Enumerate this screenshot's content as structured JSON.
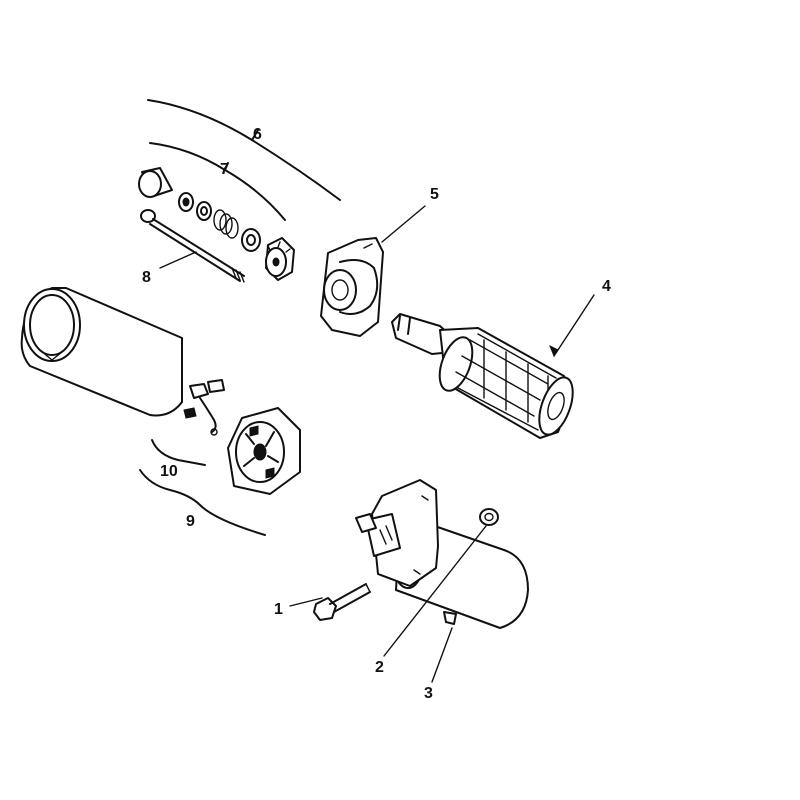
{
  "callouts": [
    "1",
    "2",
    "3",
    "4",
    "5",
    "6",
    "7",
    "8",
    "9",
    "10"
  ],
  "colors": {
    "ink": "#111111",
    "paper": "#ffffff"
  }
}
